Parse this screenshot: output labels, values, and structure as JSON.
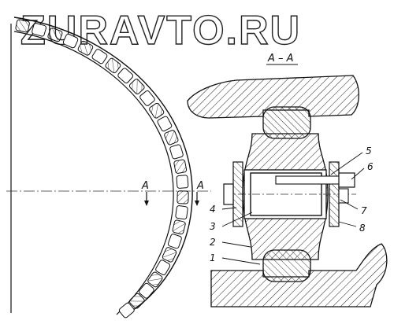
{
  "watermark": "ZURAVTO.RU",
  "section_title": "A – A",
  "section_marks": [
    "A",
    "A"
  ],
  "callouts": [
    "1",
    "2",
    "3",
    "4",
    "5",
    "6",
    "7",
    "8"
  ]
}
